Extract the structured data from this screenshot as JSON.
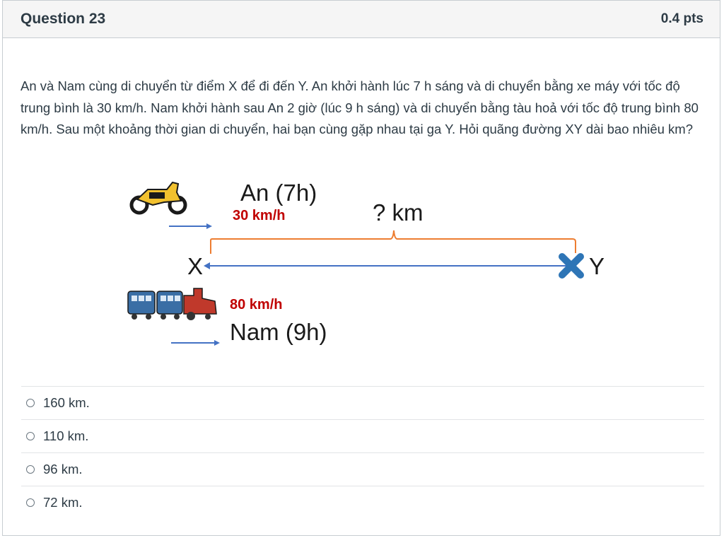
{
  "question": {
    "title": "Question 23",
    "points": "0.4 pts",
    "text": "An và Nam cùng di chuyển từ điểm X để đi đến Y. An khởi hành lúc 7 h sáng và di chuyển bằng xe máy với tốc độ trung bình là 30 km/h. Nam khởi hành sau An 2 giờ (lúc 9 h sáng) và di chuyển bằng tàu hoả với tốc độ trung bình 80 km/h. Sau một khoảng thời gian di chuyển, hai bạn cùng gặp nhau tại ga Y. Hỏi quãng đường XY dài bao nhiêu km?"
  },
  "figure": {
    "an_label": "An (7h)",
    "an_speed": "30 km/h",
    "distance_label": "? km",
    "point_x": "X",
    "point_y": "Y",
    "nam_speed": "80 km/h",
    "nam_label": "Nam (9h)"
  },
  "answers": [
    {
      "label": "160 km."
    },
    {
      "label": "110 km."
    },
    {
      "label": "96 km."
    },
    {
      "label": "72 km."
    }
  ],
  "colors": {
    "arrow_blue": "#4472c4",
    "brace_orange": "#ed7d31",
    "speed_red": "#c00000",
    "marker_blue": "#2e75b6"
  }
}
